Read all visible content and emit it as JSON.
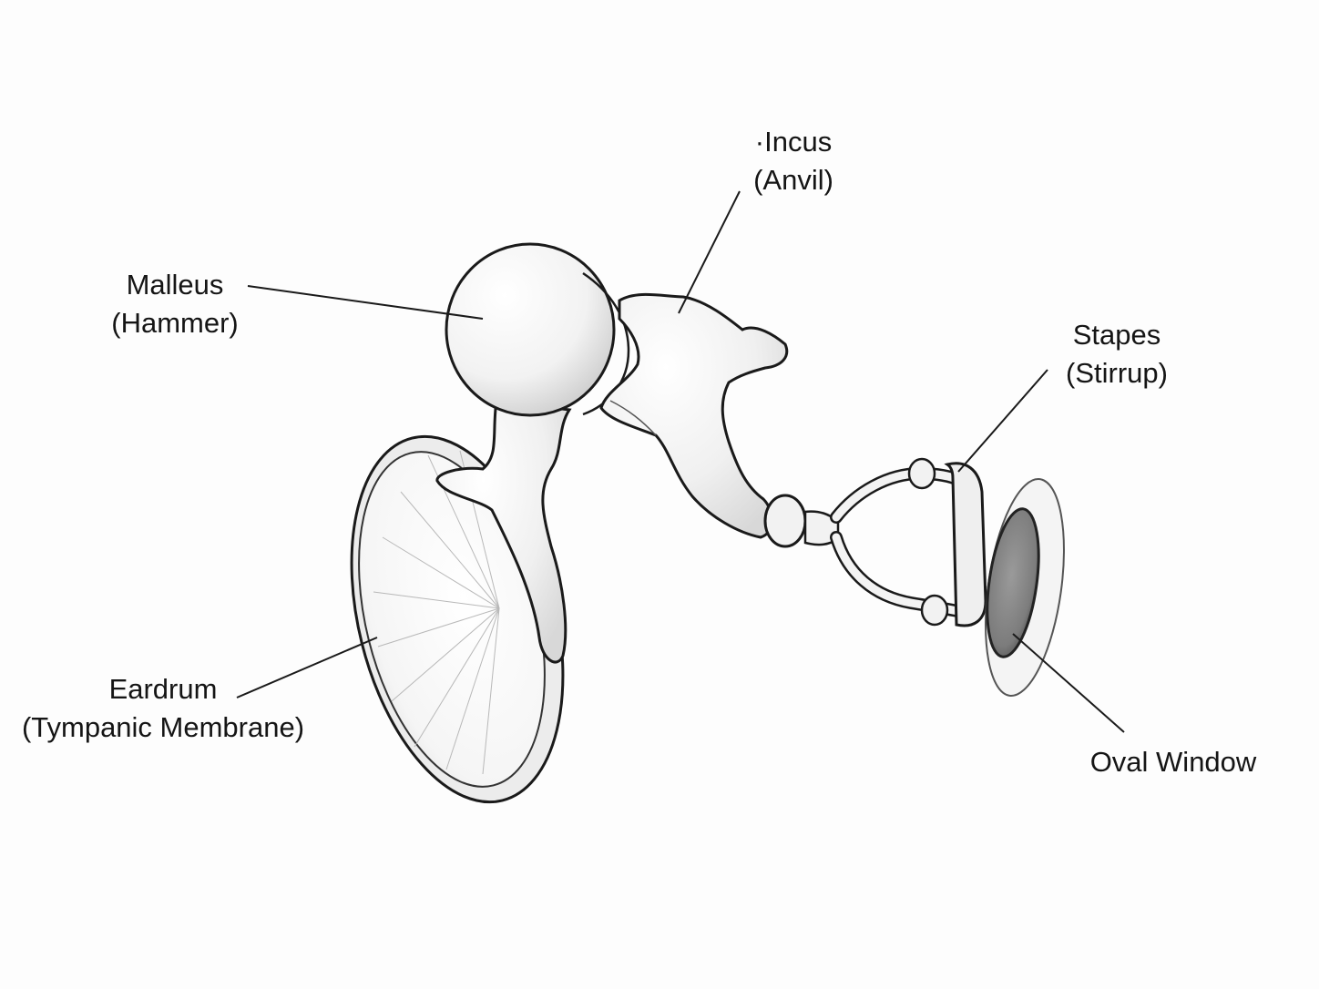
{
  "labels": {
    "malleus": {
      "name": "Malleus",
      "alt": "(Hammer)"
    },
    "incus": {
      "name": "·Incus",
      "alt": "(Anvil)"
    },
    "stapes": {
      "name": "Stapes",
      "alt": "(Stirrup)"
    },
    "eardrum": {
      "name": "Eardrum",
      "alt": "(Tympanic Membrane)"
    },
    "oval_window": {
      "name": "Oval Window"
    }
  },
  "colors": {
    "background": "#fdfdfd",
    "ink": "#1a1a1a",
    "bone_fill": "#f3f3f3",
    "membrane_fill": "#f7f7f7",
    "oval_window_fill": "#8e8e8e"
  }
}
